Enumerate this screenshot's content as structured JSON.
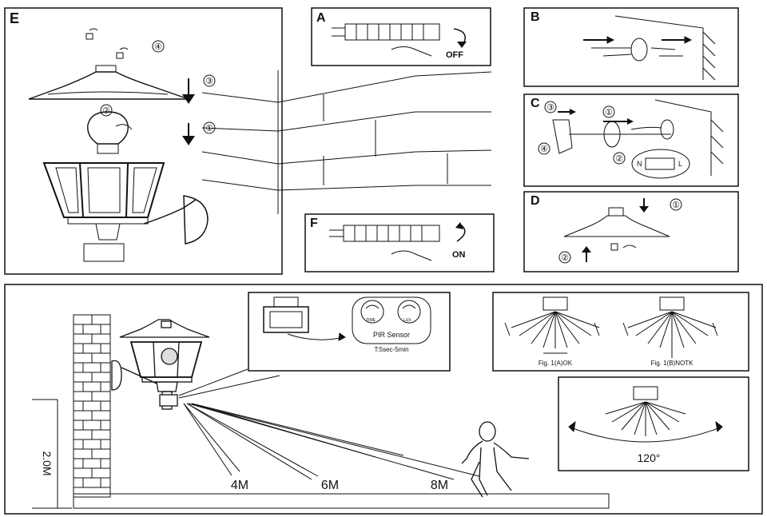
{
  "panels": {
    "e": {
      "label": "E",
      "steps": [
        "④",
        "③",
        "②",
        "①"
      ]
    },
    "a": {
      "label": "A",
      "switch_text": "OFF"
    },
    "b": {
      "label": "B"
    },
    "c": {
      "label": "C",
      "steps": [
        "③",
        "①",
        "④",
        "②"
      ],
      "terminals": [
        "N",
        "L"
      ]
    },
    "d": {
      "label": "D",
      "steps": [
        "①",
        "②"
      ]
    },
    "f": {
      "label": "F",
      "switch_text": "ON"
    }
  },
  "sensor_panel": {
    "dial_left": "TIME",
    "dial_right": "LUX",
    "title": "PIR Sensor",
    "time_range": "T:5sec-5min"
  },
  "orientation_panel": {
    "fig_a": "Fig. 1(A)OK",
    "fig_b": "Fig. 1(B)NOTK"
  },
  "angle_panel": {
    "angle": "120°"
  },
  "mounting": {
    "height": "2.0M",
    "distances": [
      "4M",
      "6M",
      "8M"
    ]
  }
}
